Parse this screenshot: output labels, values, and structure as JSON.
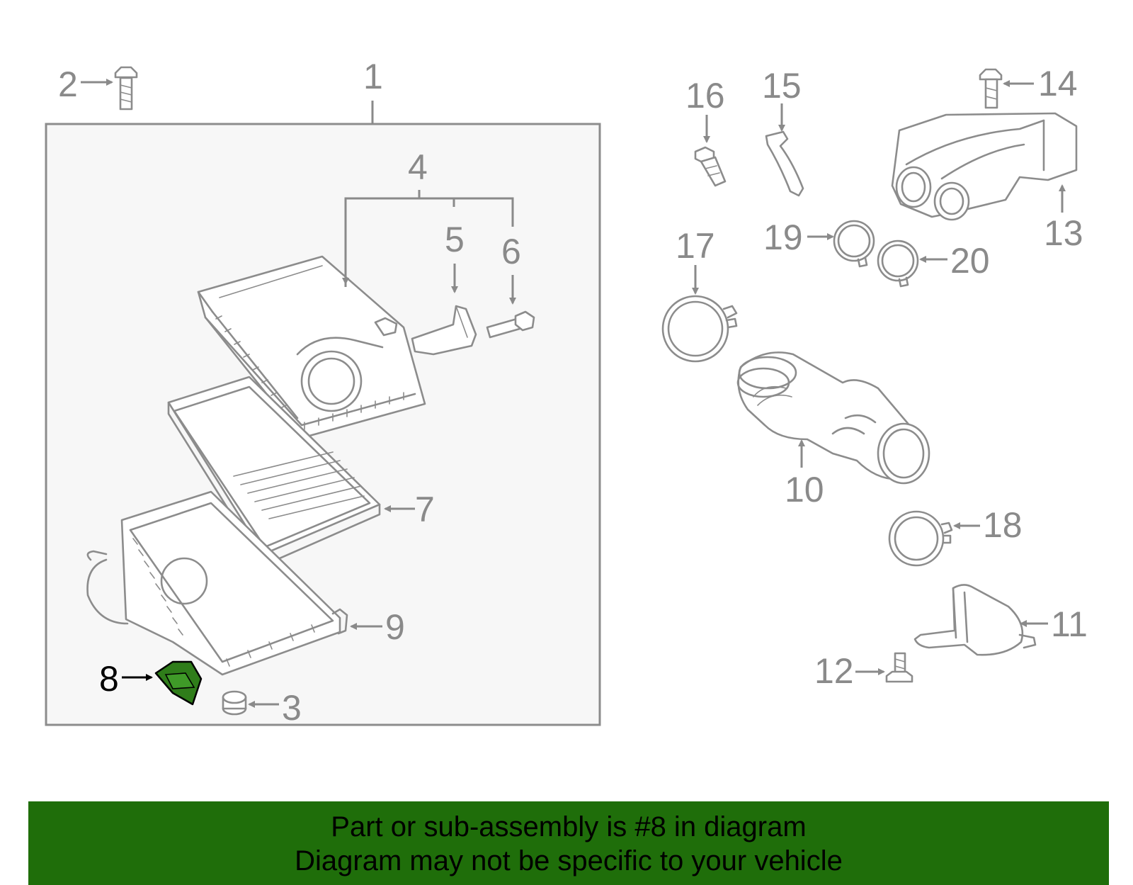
{
  "diagram": {
    "callouts": {
      "c1": "1",
      "c2": "2",
      "c3": "3",
      "c4": "4",
      "c5": "5",
      "c6": "6",
      "c7": "7",
      "c8": "8",
      "c9": "9",
      "c10": "10",
      "c11": "11",
      "c12": "12",
      "c13": "13",
      "c14": "14",
      "c15": "15",
      "c16": "16",
      "c17": "17",
      "c18": "18",
      "c19": "19",
      "c20": "20"
    },
    "highlighted_part": "8",
    "colors": {
      "line": "#8c8c8c",
      "highlight": "#2f7d1a",
      "banner": "#1f6e0a"
    }
  },
  "banner": {
    "line1": "Part or sub-assembly is #8 in diagram",
    "line2": "Diagram may not be specific to your vehicle"
  }
}
